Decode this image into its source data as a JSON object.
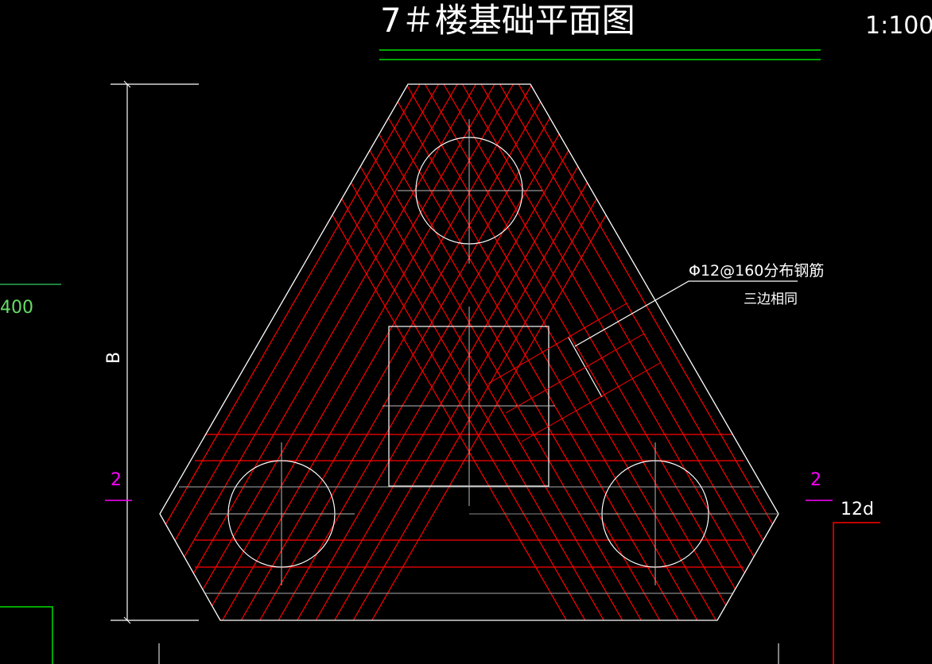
{
  "drawing": {
    "title": "7＃楼基础平面图",
    "scale": "1:100",
    "rebar_note": {
      "line1": "Φ12@160分布钢筋",
      "line2": "三边相同"
    },
    "dimension_label": "B",
    "section_mark_left": "2",
    "section_mark_right": "2",
    "anchor_label": "12d",
    "side_value": "400"
  },
  "colors": {
    "background": "#000000",
    "outline": "#ffffff",
    "rebar": "#ff0000",
    "title_underline": "#00ff00",
    "section_mark": "#ff00ff",
    "side_text": "#66dd66",
    "center_lines": "#a0a0a0"
  }
}
